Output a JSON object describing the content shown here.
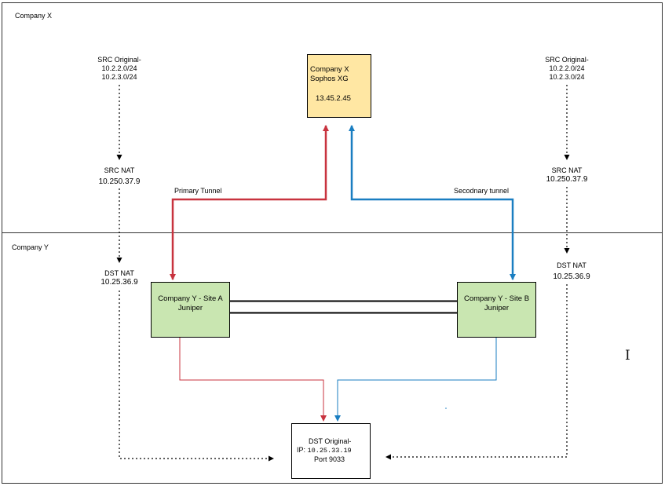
{
  "zones": {
    "company_x": "Company X",
    "company_y": "Company Y"
  },
  "left": {
    "src_original_title": "SRC Original-",
    "src_original_net1": "10.2.2.0/24",
    "src_original_net2": "10.2.3.0/24",
    "src_nat_title": "SRC NAT",
    "src_nat_ip": "10.250.37.9",
    "dst_nat_title": "DST NAT",
    "dst_nat_ip": "10.25.36.9"
  },
  "right": {
    "src_original_title": "SRC Original-",
    "src_original_net1": "10.2.2.0/24",
    "src_original_net2": "10.2.3.0/24",
    "src_nat_title": "SRC NAT",
    "src_nat_ip": "10.250.37.9",
    "dst_nat_title": "DST NAT",
    "dst_nat_ip": "10.25.36.9"
  },
  "sophos": {
    "line1": "Company X",
    "line2": "Sophos XG",
    "ip": "13.45.2.45"
  },
  "tunnels": {
    "primary": "Primary Tunnel",
    "secondary": "Secodnary tunnel"
  },
  "site_a": {
    "line1": "Company Y - Site A",
    "line2": "Juniper"
  },
  "site_b": {
    "line1": "Company Y - Site B",
    "line2": "Juniper"
  },
  "dst_box": {
    "line1": "DST Original-",
    "ip_prefix": "IP:",
    "ip": "10.25.33.19",
    "port": "Port 9033"
  },
  "colors": {
    "primary": "#c8333f",
    "secondary": "#1a7ec1",
    "sophos_fill": "#ffe7a3",
    "juniper_fill": "#c9e6b1"
  }
}
